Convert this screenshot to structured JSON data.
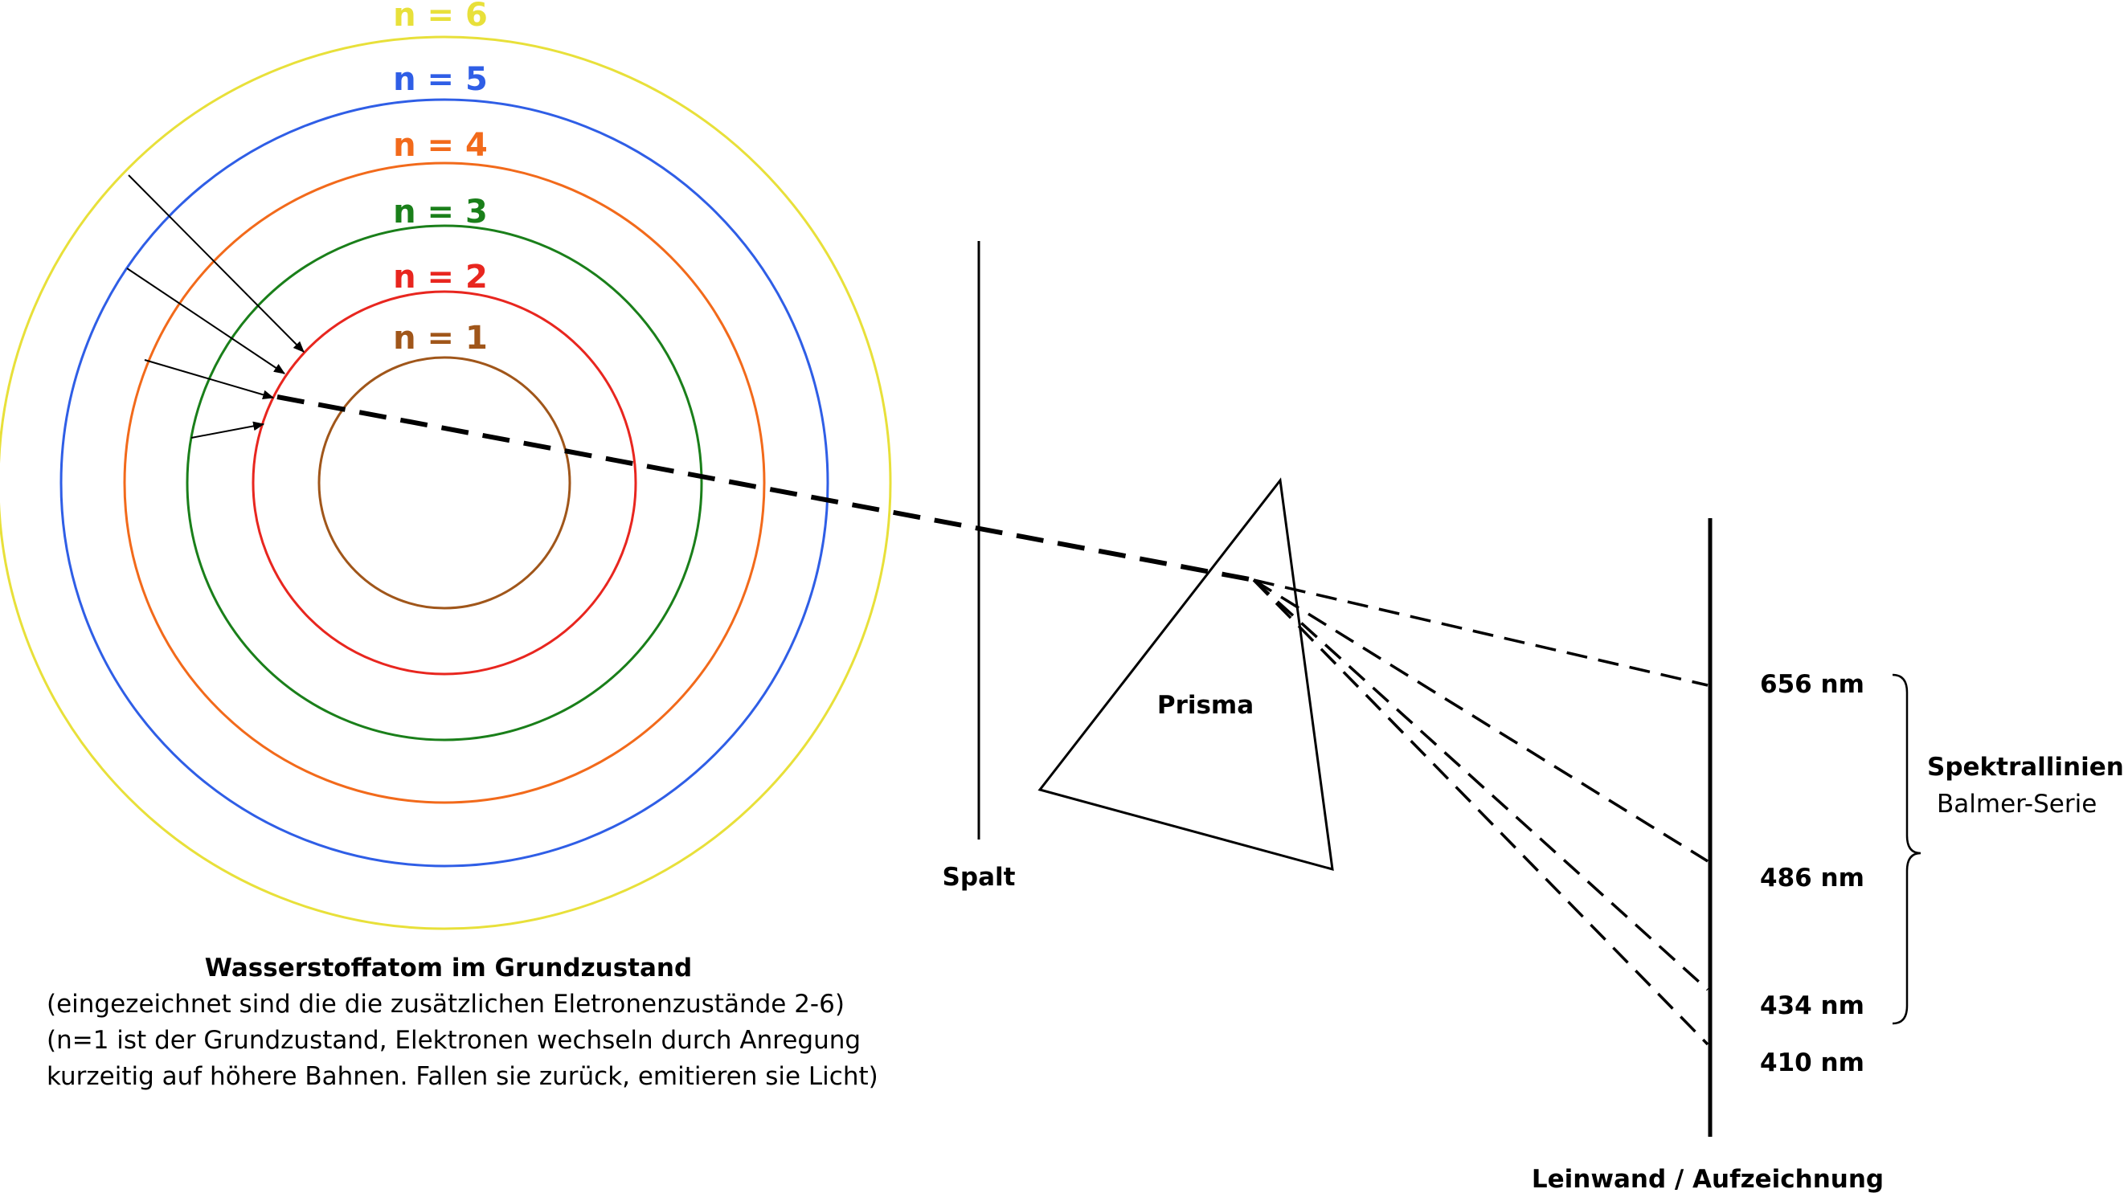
{
  "orbits": [
    {
      "label": "n = 1",
      "color": "#a0561a"
    },
    {
      "label": "n = 2",
      "color": "#e8261f"
    },
    {
      "label": "n = 3",
      "color": "#1a7f1a"
    },
    {
      "label": "n = 4",
      "color": "#f26a1b"
    },
    {
      "label": "n = 5",
      "color": "#2f5ee6"
    },
    {
      "label": "n = 6",
      "color": "#e8e03a"
    }
  ],
  "labels": {
    "slit": "Spalt",
    "prism": "Prisma",
    "screen": "Leinwand / Aufzeichnung",
    "spectral_lines": "Spektrallinien",
    "series": "Balmer-Serie"
  },
  "wavelengths": [
    "656 nm",
    "486 nm",
    "434 nm",
    "410 nm"
  ],
  "caption": {
    "title": "Wasserstoffatom im Grundzustand",
    "line1": "(eingezeichnet sind die die zusätzlichen Eletronenzustände 2-6)",
    "line2": "(n=1 ist der Grundzustand, Elektronen wechseln durch Anregung",
    "line3": "kurzeitig auf höhere Bahnen. Fallen sie zurück, emitieren sie Licht)"
  }
}
